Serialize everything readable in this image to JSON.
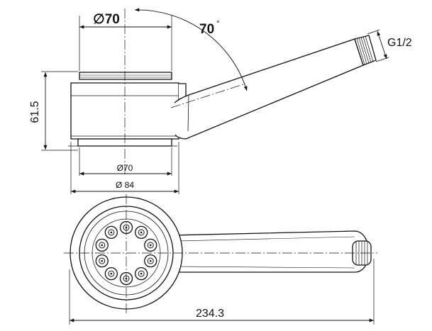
{
  "dimensions": {
    "top_diameter": "∅70",
    "angle": "70",
    "angle_unit": "°",
    "thread": "G1/2",
    "height": "61.5",
    "base_diameter_70": "Ø70",
    "base_diameter_84": "Ø 84",
    "total_length": "234.3"
  },
  "nozzle_count": 10,
  "colors": {
    "line": "#111111",
    "background": "#ffffff"
  }
}
